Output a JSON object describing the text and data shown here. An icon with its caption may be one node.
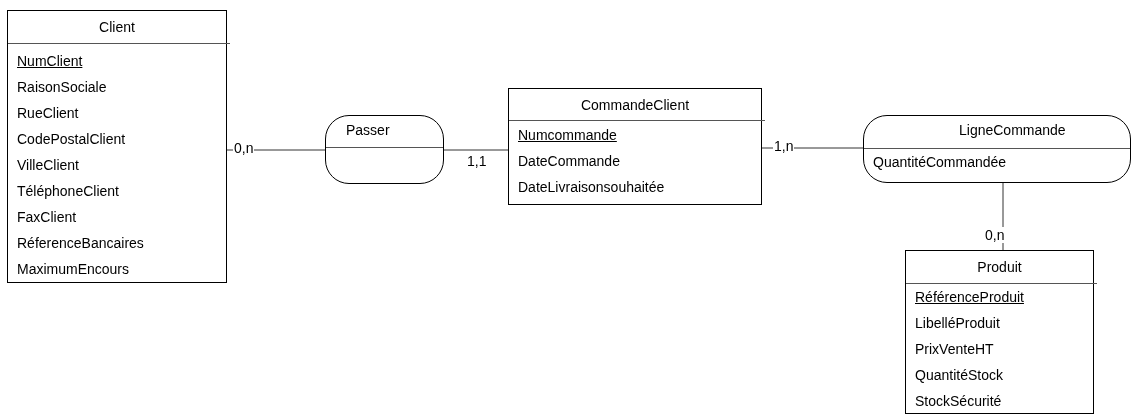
{
  "diagram": {
    "nodes": [
      {
        "text": [
          "Client",
          "NumClient",
          "RaisonSociale",
          "RueClient",
          "CodePostalClient",
          "VilleClient",
          "TéléphoneClient",
          "FaxClient",
          "RéferenceBancaires",
          "MaximumEncours"
        ]
      },
      {
        "text": [
          "Passer"
        ]
      },
      {
        "text": [
          "CommandeClient",
          "Numcommande",
          "DateCommande",
          "DateLivraisonsouhaitée"
        ]
      },
      {
        "text": [
          "LigneCommande",
          "QuantitéCommandée"
        ]
      },
      {
        "text": [
          "Produit",
          "RéférenceProduit",
          "LibelléProduit",
          "PrixVenteHT",
          "QuantitéStock",
          "StockSécurité"
        ]
      }
    ],
    "edges": [
      {
        "from": 0,
        "to": 1,
        "arrow": "none",
        "label": "0,n"
      },
      {
        "from": 1,
        "to": 2,
        "arrow": "none",
        "label": "1,1"
      },
      {
        "from": 2,
        "to": 3,
        "arrow": "none",
        "label": "1,n"
      },
      {
        "from": 3,
        "to": 4,
        "arrow": "none",
        "label": "0,n"
      }
    ]
  }
}
